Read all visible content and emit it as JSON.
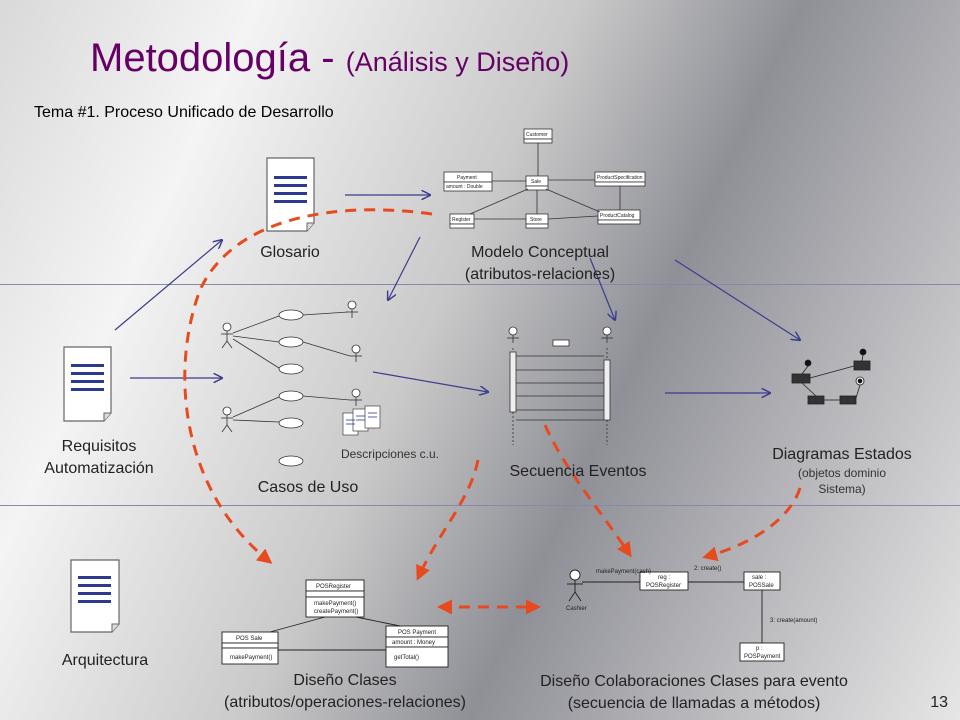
{
  "title": {
    "main": "Metodología -",
    "sub": "(Análisis y Diseño)"
  },
  "topic": "Tema #1.  Proceso Unificado de Desarrollo",
  "artifacts": {
    "glosario": "Glosario",
    "modelo_conceptual": [
      "Modelo Conceptual",
      "(atributos-relaciones)"
    ],
    "requisitos": [
      "Requisitos",
      "Automatización"
    ],
    "casos_uso": "Casos de Uso",
    "descripciones": "Descripciones c.u.",
    "secuencia": "Secuencia Eventos",
    "diagramas_estados": "Diagramas Estados",
    "diagramas_estados_sub": [
      "(objetos dominio",
      "Sistema)"
    ],
    "arquitectura": "Arquitectura",
    "diseno_clases": [
      "Diseño Clases",
      "(atributos/operaciones-relaciones)"
    ],
    "diseno_colab": [
      "Diseño Colaboraciones Clases para evento",
      "(secuencia de llamadas a métodos)"
    ]
  },
  "class_diagram": {
    "register": "POSRegister",
    "register_ops": [
      "makePayment()",
      "createPayment()"
    ],
    "sale": "POS Sale",
    "sale_ops": [
      "makePayment()"
    ],
    "payment": "POS Payment",
    "payment_attr": "amount : Money",
    "payment_ops": [
      "getTotal()"
    ]
  },
  "collab_diagram": {
    "actor": "Cashier",
    "msg1": "makePayment(cash)",
    "msg2": "2: create()",
    "msg3": "3: create(amount)",
    "reg": [
      "reg :",
      "POSRegister"
    ],
    "sale": [
      "sale :",
      "POSSale"
    ],
    "pay": [
      "p :",
      "POSPayment"
    ]
  },
  "conceptual_model": {
    "boxes": [
      "Customer",
      "Payment",
      "Sale",
      "ProductSpecification",
      "Register",
      "Store",
      "ProductCatalog"
    ],
    "attr": "amount : Double"
  },
  "page_number": "13",
  "colors": {
    "title": "#660066",
    "flow_arrow": "#3b3b8f",
    "dashed_arrow": "#e84a1f"
  }
}
